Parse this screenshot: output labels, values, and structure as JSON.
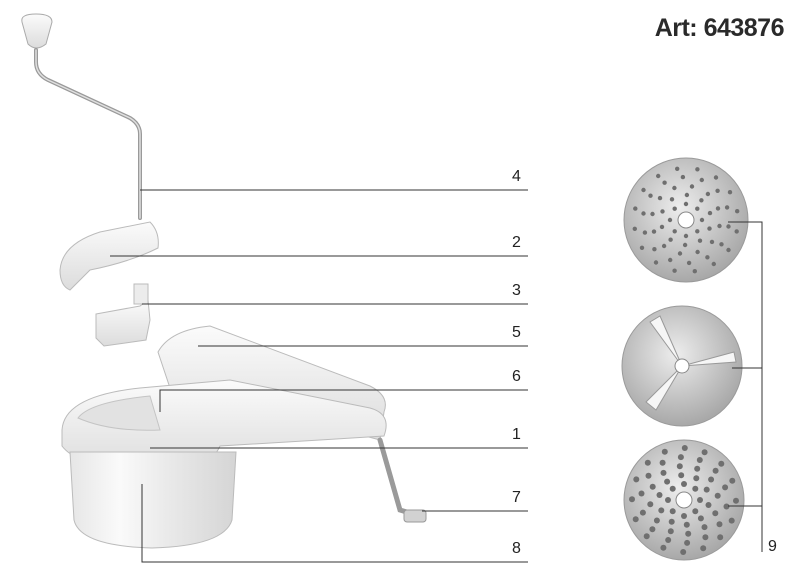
{
  "article": "Art: 643876",
  "callouts": {
    "c4": "4",
    "c2": "2",
    "c3": "3",
    "c5": "5",
    "c6": "6",
    "c1": "1",
    "c7": "7",
    "c8": "8",
    "c9": "9"
  },
  "parts": {
    "handle": "crank-handle",
    "lid": "lid",
    "pusher": "food-pusher",
    "chute": "feed-chute",
    "body": "grater-body",
    "container": "collecting-bowl",
    "clamp": "stand-clamp",
    "discs": [
      "coarse-grater-disc",
      "slicing-disc",
      "fine-grater-disc"
    ]
  },
  "colors": {
    "plastic": "#f2f2f2",
    "plastic_shade": "#d9d9d9",
    "metal": "#b8b8b8",
    "line": "#333333"
  }
}
